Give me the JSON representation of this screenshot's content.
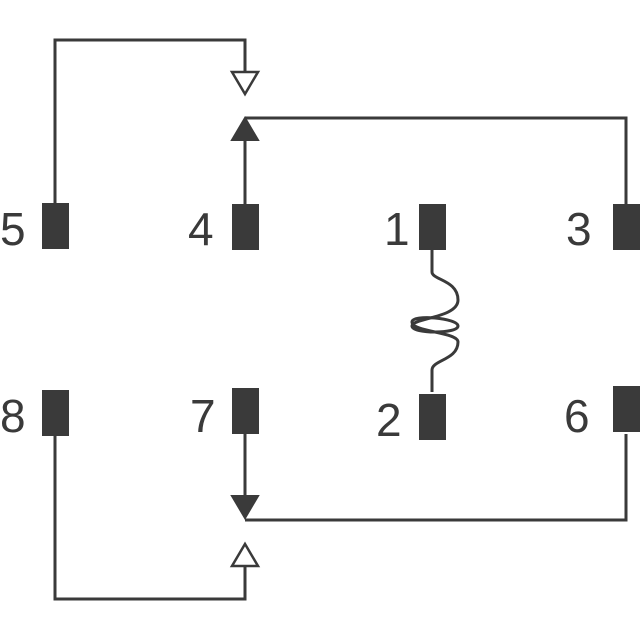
{
  "diagram": {
    "pins": {
      "p1": "1",
      "p2": "2",
      "p3": "3",
      "p4": "4",
      "p5": "5",
      "p6": "6",
      "p7": "7",
      "p8": "8"
    },
    "colors": {
      "line": "#3a3a3a",
      "background": "#ffffff"
    },
    "icons": {
      "coil": "relay-coil-icon",
      "normally_open_contact": "open-arrow-icon",
      "normally_closed_contact": "solid-arrow-icon"
    }
  }
}
